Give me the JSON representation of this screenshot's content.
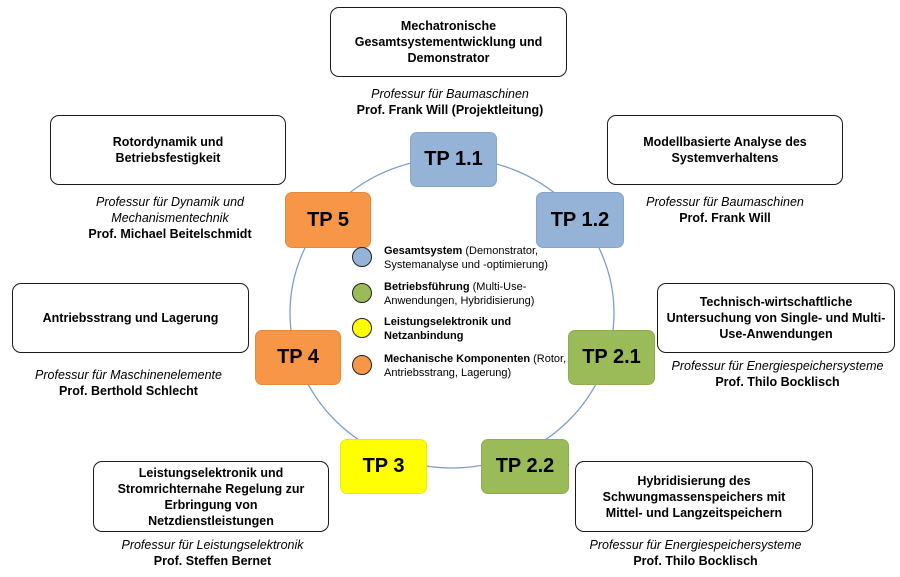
{
  "colors": {
    "blue": "#95b3d7",
    "green": "#9bbb59",
    "yellow": "#ffff00",
    "orange": "#f79646",
    "ring": "#7f9fc8"
  },
  "tps": {
    "tp11": "TP 1.1",
    "tp12": "TP 1.2",
    "tp21": "TP 2.1",
    "tp22": "TP 2.2",
    "tp3": "TP 3",
    "tp4": "TP 4",
    "tp5": "TP 5"
  },
  "boxes": {
    "top": "Mechatronische Gesamtsystementwicklung und Demonstrator",
    "rotordynamik": "Rotordynamik und Betriebsfestigkeit",
    "modellbasiert": "Modellbasierte Analyse des Systemverhaltens",
    "antriebsstrang": "Antriebsstrang und Lagerung",
    "technisch": "Technisch-wirtschaftliche Untersuchung von Single- und Multi-Use-Anwendungen",
    "leistungselektronik": "Leistungselektronik und Stromrichternahe Regelung zur Erbringung von Netzdienstleistungen",
    "hybridisierung": "Hybridisierung des Schwungmassenspeichers mit Mittel- und Langzeitspeichern"
  },
  "profs": {
    "top": {
      "role": "Professur für Baumaschinen",
      "name": "Prof. Frank Will (Projektleitung)"
    },
    "tp5": {
      "role": "Professur für Dynamik und Mechanismentechnik",
      "name": "Prof. Michael Beitelschmidt"
    },
    "tp12": {
      "role": "Professur für Baumaschinen",
      "name": "Prof. Frank Will"
    },
    "tp4": {
      "role": "Professur für Maschinenelemente",
      "name": "Prof. Berthold Schlecht"
    },
    "tp21": {
      "role": "Professur für Energiespeichersysteme",
      "name": "Prof. Thilo Bocklisch"
    },
    "tp3": {
      "role": "Professur für Leistungselektronik",
      "name": "Prof. Steffen Bernet"
    },
    "tp22": {
      "role": "Professur für Energiespeichersysteme",
      "name": "Prof. Thilo Bocklisch"
    }
  },
  "legend": [
    {
      "bold": "Gesamtsystem",
      "rest": " (Demonstrator, Systemanalyse und -optimierung)",
      "color": "#95b3d7"
    },
    {
      "bold": "Betriebsführung",
      "rest": " (Multi-Use-Anwendungen, Hybridisierung)",
      "color": "#9bbb59"
    },
    {
      "bold": "Leistungselektronik und Netzanbindung",
      "rest": "",
      "color": "#ffff00"
    },
    {
      "bold": "Mechanische Komponenten",
      "rest": " (Rotor, Antriebsstrang, Lagerung)",
      "color": "#f79646"
    }
  ]
}
